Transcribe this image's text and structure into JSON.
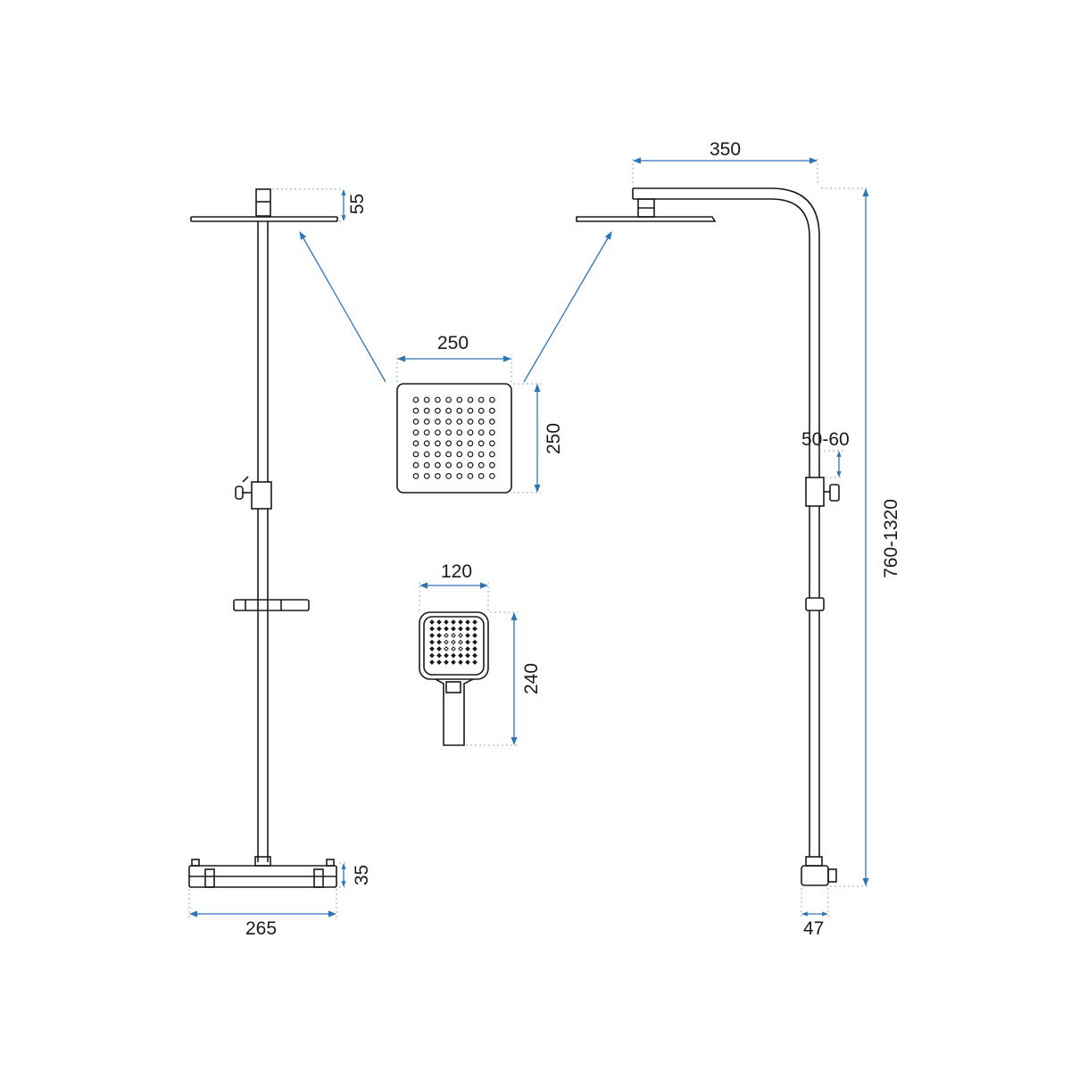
{
  "dimensions": {
    "head_height": "55",
    "arm_length": "350",
    "head_width": "250",
    "head_depth": "250",
    "slider_range": "50-60",
    "total_height": "760-1320",
    "hand_width": "120",
    "hand_length": "240",
    "mixer_height": "35",
    "mixer_width": "265",
    "wall_offset": "47"
  },
  "colors": {
    "outline": "#1a1a1a",
    "dimension": "#2e75b6",
    "extension": "#8fa9c9"
  }
}
